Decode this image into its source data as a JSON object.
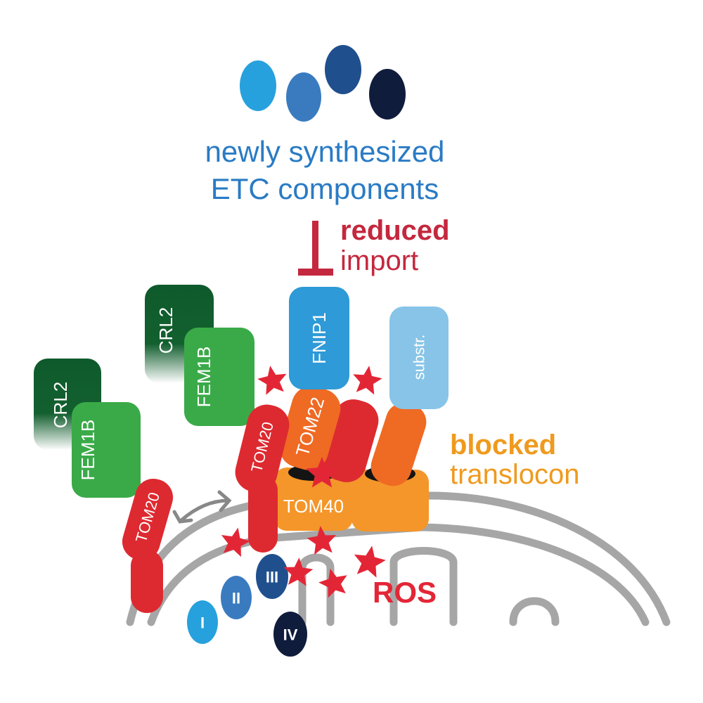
{
  "labels": {
    "etc_line1": "newly synthesized",
    "etc_line2": "ETC components",
    "reduced": "reduced",
    "import": "import",
    "blocked": "blocked",
    "translocon": "translocon",
    "ros": "ROS"
  },
  "proteins": {
    "crl2_a": "CRL2",
    "crl2_b": "CRL2",
    "fem1b_a": "FEM1B",
    "fem1b_b": "FEM1B",
    "tom20_a": "TOM20",
    "tom20_b": "TOM20",
    "tom22": "TOM22",
    "tom40": "TOM40",
    "fnip1": "FNIP1",
    "substr": "substr."
  },
  "complexes": {
    "c1": "I",
    "c2": "II",
    "c3": "III",
    "c4": "IV"
  },
  "colors": {
    "blue_text": "#2a7bc4",
    "red_text": "#c4283e",
    "orange_text": "#ef9a1e",
    "dark_green": "#0e5a2c",
    "green": "#3aaa48",
    "red_protein": "#dd2a30",
    "orange_tom22": "#ef6a23",
    "orange_tom40": "#f4962a",
    "fnip1_blue": "#2e9ad7",
    "substr_blue": "#87c4e8",
    "membrane_gray": "#a6a6a6",
    "star_red": "#e32636"
  }
}
